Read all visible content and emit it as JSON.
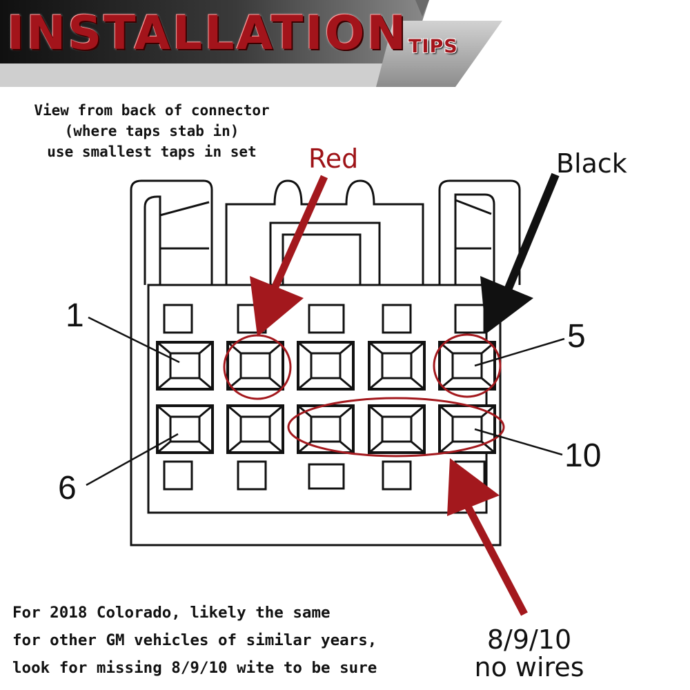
{
  "header": {
    "title": "INSTALLATION",
    "badge": "TIPS",
    "colors": {
      "title": "#a3141b",
      "banner_dark": "#111111",
      "banner_gray": "#9a9a9a"
    }
  },
  "notes": {
    "view_line1": "View from back of connector",
    "view_line2": "(where taps stab in)",
    "view_line3": "use smallest taps in set",
    "bottom_line1": "For 2018 Colorado, likely the same",
    "bottom_line2": "for other GM vehicles of similar years,",
    "bottom_line3": "look for missing 8/9/10 wite to be sure"
  },
  "callouts": {
    "red": "Red",
    "black": "Black",
    "missing_pins": "8/9/10",
    "missing_pins_note": "no wires"
  },
  "pin_labels": {
    "pin1": "1",
    "pin5": "5",
    "pin6": "6",
    "pin10": "10"
  },
  "colors": {
    "highlight": "#a3181d",
    "line": "#111111",
    "background": "#ffffff"
  },
  "icons": {
    "red_arrow": "arrow-down-left",
    "black_arrow": "arrow-down-left",
    "missing_arrow": "arrow-up-left"
  }
}
